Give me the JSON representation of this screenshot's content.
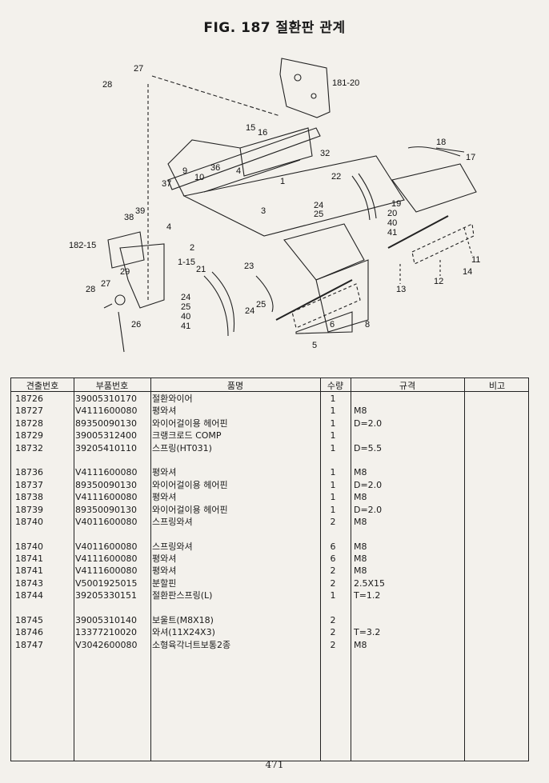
{
  "page": {
    "title": "FIG. 187 절환판 관계",
    "page_number": "471"
  },
  "diagram": {
    "callouts": [
      "27",
      "28",
      "181-20",
      "15",
      "16",
      "32",
      "18",
      "17",
      "36",
      "9",
      "10",
      "37",
      "4",
      "1",
      "3",
      "22",
      "24",
      "25",
      "19",
      "20",
      "40",
      "41",
      "38",
      "39",
      "182-15",
      "2",
      "1-15",
      "29",
      "21",
      "23",
      "11",
      "14",
      "13",
      "12",
      "28",
      "27",
      "24",
      "25",
      "40",
      "41",
      "26",
      "25",
      "24",
      "6",
      "8",
      "5"
    ]
  },
  "table": {
    "headers": {
      "bunhao": "견출번호",
      "part_no": "부품번호",
      "name": "품명",
      "qty": "수량",
      "spec": "규격",
      "remark": "비고"
    },
    "rows": [
      {
        "bunhao": "18726",
        "part": "39005310170",
        "name": "절환와이어",
        "qty": "1",
        "spec": ""
      },
      {
        "bunhao": "18727",
        "part": "V4111600080",
        "name": "평와셔",
        "qty": "1",
        "spec": "M8"
      },
      {
        "bunhao": "18728",
        "part": "89350090130",
        "name": "와이어걸이용 헤어핀",
        "qty": "1",
        "spec": "D=2.0"
      },
      {
        "bunhao": "18729",
        "part": "39005312400",
        "name": "크랭크로드 COMP",
        "qty": "1",
        "spec": ""
      },
      {
        "bunhao": "18732",
        "part": "39205410110",
        "name": "스프링(HT031)",
        "qty": "1",
        "spec": "D=5.5"
      },
      {
        "bunhao": "",
        "part": "",
        "name": "",
        "qty": "",
        "spec": ""
      },
      {
        "bunhao": "18736",
        "part": "V4111600080",
        "name": "평와셔",
        "qty": "1",
        "spec": "M8"
      },
      {
        "bunhao": "18737",
        "part": "89350090130",
        "name": "와이어걸이용 헤어핀",
        "qty": "1",
        "spec": "D=2.0"
      },
      {
        "bunhao": "18738",
        "part": "V4111600080",
        "name": "평와셔",
        "qty": "1",
        "spec": "M8"
      },
      {
        "bunhao": "18739",
        "part": "89350090130",
        "name": "와이어걸이용 헤어핀",
        "qty": "1",
        "spec": "D=2.0"
      },
      {
        "bunhao": "18740",
        "part": "V4011600080",
        "name": "스프링와셔",
        "qty": "2",
        "spec": "M8"
      },
      {
        "bunhao": "",
        "part": "",
        "name": "",
        "qty": "",
        "spec": ""
      },
      {
        "bunhao": "18740",
        "part": "V4011600080",
        "name": "스프링와셔",
        "qty": "6",
        "spec": "M8"
      },
      {
        "bunhao": "18741",
        "part": "V4111600080",
        "name": "평와셔",
        "qty": "6",
        "spec": "M8"
      },
      {
        "bunhao": "18741",
        "part": "V4111600080",
        "name": "평와셔",
        "qty": "2",
        "spec": "M8"
      },
      {
        "bunhao": "18743",
        "part": "V5001925015",
        "name": "분할핀",
        "qty": "2",
        "spec": "2.5X15"
      },
      {
        "bunhao": "18744",
        "part": "39205330151",
        "name": "절환판스프링(L)",
        "qty": "1",
        "spec": "T=1.2"
      },
      {
        "bunhao": "",
        "part": "",
        "name": "",
        "qty": "",
        "spec": ""
      },
      {
        "bunhao": "18745",
        "part": "39005310140",
        "name": "보울트(M8X18)",
        "qty": "2",
        "spec": ""
      },
      {
        "bunhao": "18746",
        "part": "13377210020",
        "name": "와셔(11X24X3)",
        "qty": "2",
        "spec": "T=3.2"
      },
      {
        "bunhao": "18747",
        "part": "V3042600080",
        "name": "소형육각너트보통2종",
        "qty": "2",
        "spec": "M8"
      }
    ]
  }
}
